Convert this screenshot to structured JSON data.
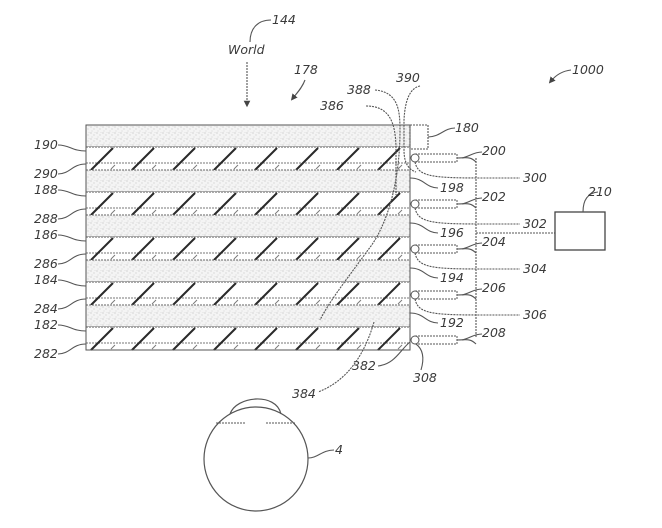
{
  "figure": {
    "reference": "1000",
    "world_label": "World",
    "world_ref": "144",
    "light_ref": "178",
    "eye_ref": "4"
  },
  "stack": {
    "layer_labels_left": [
      {
        "ref": "190",
        "kind": "waveguide"
      },
      {
        "ref": "290",
        "kind": "grating"
      },
      {
        "ref": "188",
        "kind": "waveguide"
      },
      {
        "ref": "288",
        "kind": "grating"
      },
      {
        "ref": "186",
        "kind": "waveguide"
      },
      {
        "ref": "286",
        "kind": "grating"
      },
      {
        "ref": "184",
        "kind": "waveguide"
      },
      {
        "ref": "284",
        "kind": "grating"
      },
      {
        "ref": "182",
        "kind": "waveguide"
      },
      {
        "ref": "282",
        "kind": "grating"
      }
    ],
    "spacer_labels_right": [
      "198",
      "196",
      "194",
      "192"
    ]
  },
  "components": {
    "top_box": "180",
    "controller": "210",
    "injectors": [
      "200",
      "202",
      "204",
      "206",
      "208"
    ],
    "fibers": [
      "300",
      "302",
      "304",
      "306",
      "308"
    ],
    "curves": [
      "386",
      "388",
      "390",
      "382",
      "384"
    ]
  }
}
